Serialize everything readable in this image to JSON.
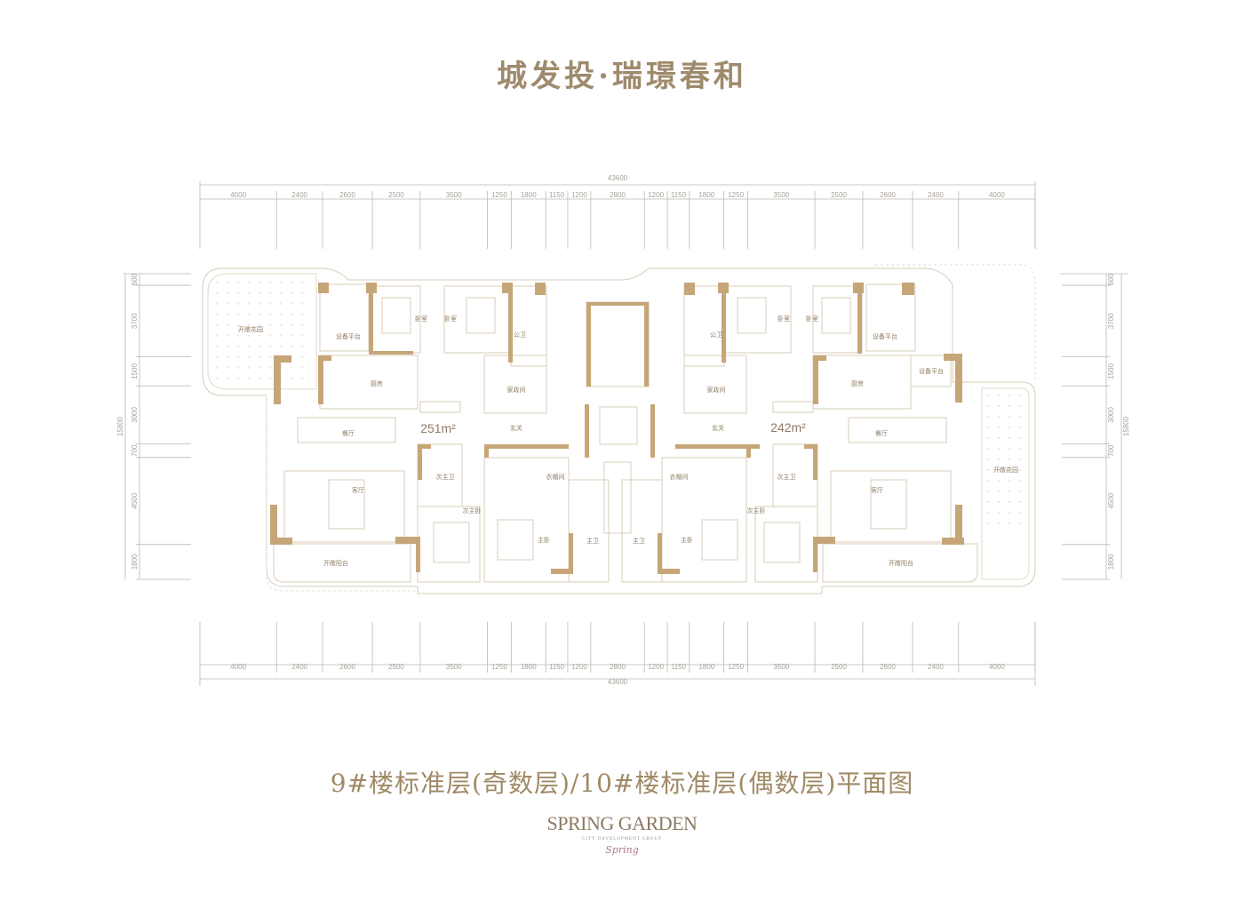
{
  "title": "城发投·瑞璟春和",
  "subtitle": "9#楼标准层(奇数层)/10#楼标准层(偶数层)平面图",
  "logo": {
    "main": "SPRING GARDEN",
    "sub": "CITY DEVELOPMENT GROUP",
    "signature": "Spring"
  },
  "colors": {
    "text": "#9e8a6c",
    "wall": "#c6a678",
    "line": "#d9ccb9",
    "dim": "#bdb8b0"
  },
  "dimensions": {
    "horizontal_total": "43600",
    "horizontal": [
      "4000",
      "2400",
      "2600",
      "2500",
      "3500",
      "1250",
      "1800",
      "1150",
      "1200",
      "2800",
      "1200",
      "1150",
      "1800",
      "1250",
      "3500",
      "2500",
      "2600",
      "2400",
      "4000"
    ],
    "vertical_total": "15800",
    "vertical": [
      "600",
      "3700",
      "1500",
      "3000",
      "700",
      "4500",
      "1800"
    ]
  },
  "units": {
    "left": {
      "area": "251m²",
      "rooms": {
        "garden": "开敞花园",
        "equipment": "设备平台",
        "bedroom1": "卧室",
        "bedroom2": "卧室",
        "public_bath": "公卫",
        "kitchen": "厨房",
        "utility": "家政间",
        "foyer": "玄关",
        "dining": "餐厅",
        "living": "客厅",
        "second_master_bath": "次主卫",
        "second_master_bed": "次主卧",
        "closet": "衣帽间",
        "master_bed": "主卧",
        "master_bath": "主卫",
        "balcony": "开敞阳台"
      }
    },
    "right": {
      "area": "242m²",
      "rooms": {
        "garden": "开敞花园",
        "equipment": "设备平台",
        "equipment2": "设备平台",
        "bedroom1": "卧室",
        "bedroom2": "卧室",
        "public_bath": "公卫",
        "kitchen": "厨房",
        "utility": "家政间",
        "foyer": "玄关",
        "dining": "餐厅",
        "living": "客厅",
        "second_master_bath": "次主卫",
        "second_master_bed": "次主卧",
        "closet": "衣帽间",
        "master_bed": "主卧",
        "master_bath": "主卫",
        "balcony": "开敞阳台"
      }
    }
  }
}
